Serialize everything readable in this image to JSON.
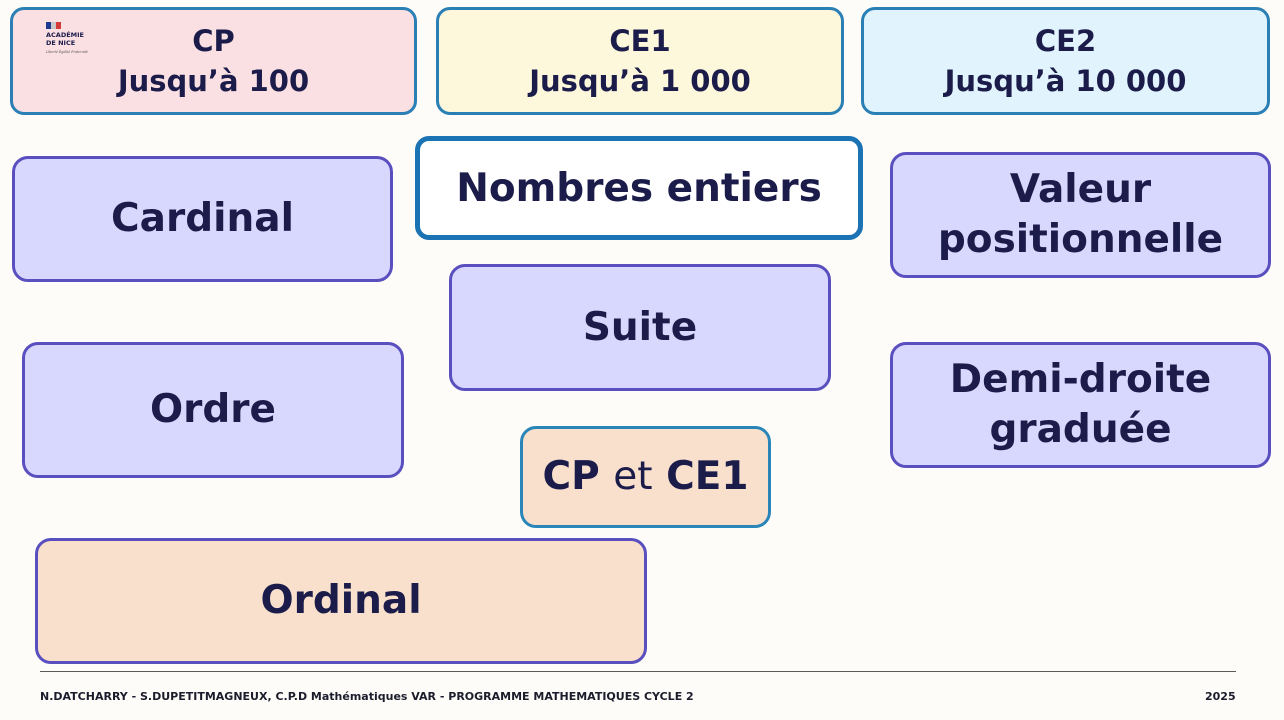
{
  "levels": {
    "cp": {
      "title": "CP",
      "range": "Jusqu’à 100",
      "bg": "#fbe0e3"
    },
    "ce1": {
      "title": "CE1",
      "range": "Jusqu’à 1 000",
      "bg": "#fdf7dc"
    },
    "ce2": {
      "title": "CE2",
      "range": "Jusqu’à 10 000",
      "bg": "#e1f3fc"
    }
  },
  "logo": {
    "line1": "ACADÉMIE",
    "line2": "DE NICE",
    "motto": "Liberté Égalité Fraternité"
  },
  "center": {
    "title": "Nombres entiers"
  },
  "concepts": {
    "cardinal": "Cardinal",
    "ordre": "Ordre",
    "suite": "Suite",
    "valeur_line1": "Valeur",
    "valeur_line2": "positionnelle",
    "demi_line1": "Demi-droite",
    "demi_line2": "graduée",
    "ordinal": "Ordinal"
  },
  "cp_ce1": {
    "part1": "CP",
    "part2": "et",
    "part3": "CE1"
  },
  "footer": {
    "credits": "N.DATCHARRY - S.DUPETITMAGNEUX, C.P.D Mathématiques VAR - PROGRAMME MATHEMATIQUES CYCLE 2",
    "year": "2025"
  },
  "colors": {
    "concept_fill": "#d8d7fd",
    "concept_border": "#5a4fbf",
    "peach_fill": "#f9e0cd",
    "level_border": "#2a7fb5",
    "text": "#1b1c4a"
  }
}
